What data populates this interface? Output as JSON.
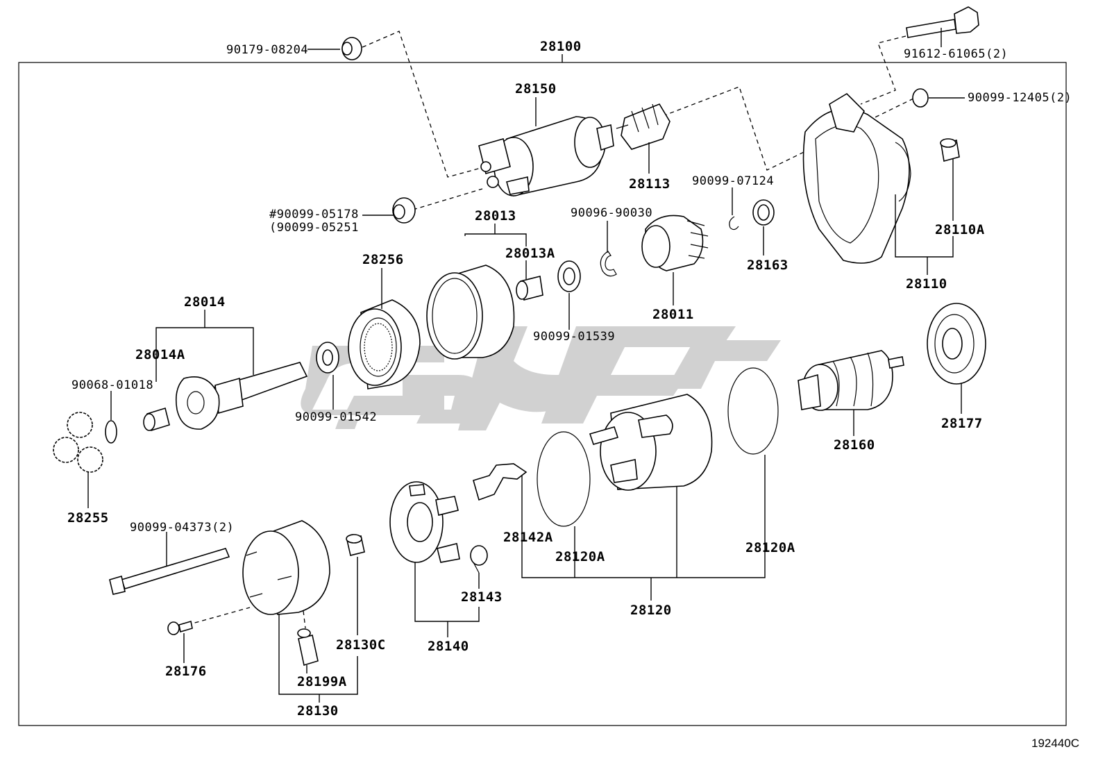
{
  "diagram_id": "192440C",
  "parts": {
    "p28100": "28100",
    "p90179_08204": "90179-08204",
    "p91612_61065": "91612-61065(2)",
    "p90099_12405": "90099-12405(2)",
    "p28150": "28150",
    "p28113": "28113",
    "p90099_07124": "90099-07124",
    "p90099_05178": "#90099-05178",
    "p90099_05251": "(90099-05251",
    "p28013": "28013",
    "p28013A": "28013A",
    "p90096_90030": "90096-90030",
    "p28163": "28163",
    "p28110A": "28110A",
    "p28110": "28110",
    "p28256": "28256",
    "p28014": "28014",
    "p28014A": "28014A",
    "p28011": "28011",
    "p90099_01539": "90099-01539",
    "p90068_01018": "90068-01018",
    "p90099_01542": "90099-01542",
    "p28160": "28160",
    "p28177": "28177",
    "p28255": "28255",
    "p90099_04373": "90099-04373(2)",
    "p28142A": "28142A",
    "p28120A_left": "28120A",
    "p28120A_right": "28120A",
    "p28143": "28143",
    "p28120": "28120",
    "p28130C": "28130C",
    "p28140": "28140",
    "p28176": "28176",
    "p28199A": "28199A",
    "p28130": "28130"
  },
  "colors": {
    "line": "#000000",
    "background": "#ffffff",
    "watermark": "#c9c9c9"
  }
}
